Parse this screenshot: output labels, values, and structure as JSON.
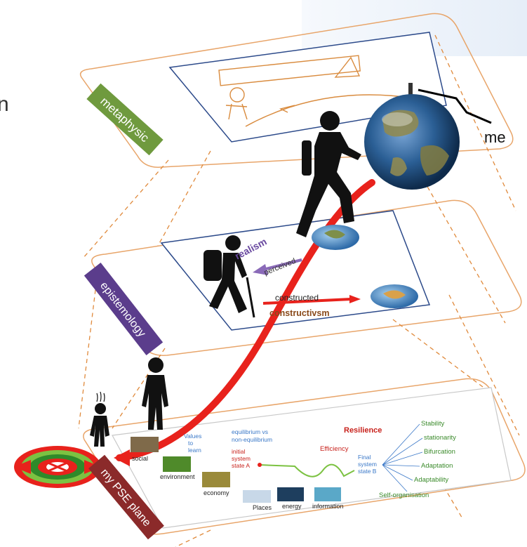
{
  "labels": {
    "metaphysic": "metaphysic",
    "epistemology": "epistemology",
    "pse_plane": "my PSE plane",
    "me": "me",
    "partial_left_char": "n"
  },
  "epistemology_panel": {
    "realism": "realism",
    "perceived": "perceived",
    "constructed": "constructed",
    "constructivism": "constructivsm"
  },
  "pse_panel": {
    "tiles": [
      "social",
      "environment",
      "economy",
      "Places",
      "energy",
      "information"
    ],
    "stickers": [
      "Values",
      "to",
      "learn"
    ],
    "equilibrium": [
      "equilibrium vs",
      "non-equilibrium"
    ],
    "initial_state": [
      "initial",
      "system",
      "state A"
    ],
    "final_state": [
      "Final",
      "system",
      "state B"
    ],
    "resilience": "Resilience",
    "efficiency": "Efficiency",
    "properties": [
      "Stability",
      "stationarity",
      "Bifurcation",
      "Adaptation",
      "Adaptability",
      "Self-organisation"
    ]
  },
  "colors": {
    "metaphysic_label": "#6f9a3e",
    "epistemology_label": "#5b3d8c",
    "pse_label": "#8b2a2a",
    "path": "#e8221c",
    "orange_line": "#e08a3c",
    "panel_border": "#2c4a8a"
  }
}
